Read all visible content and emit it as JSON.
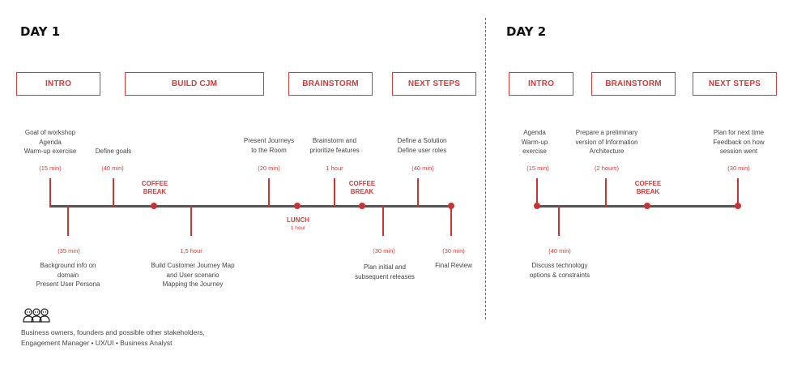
{
  "day1": {
    "title": "DAY 1",
    "phases": [
      "INTRO",
      "BUILD CJM",
      "BRAINSTORM",
      "NEXT STEPS"
    ],
    "top_activities": [
      {
        "text": "Goal of workshop\nAgenda\nWarm-up exercise",
        "duration": "(15 min)"
      },
      {
        "text": "Define goals",
        "duration": "(40 min)"
      },
      {
        "text": "Present Journeys\nto the Room",
        "duration": "(20 min)"
      },
      {
        "text": "Brainstorm and\nprioritize features",
        "duration": "1 hour"
      },
      {
        "text": "Define a Solution\nDefine user roles",
        "duration": "(40 min)"
      }
    ],
    "bottom_activities": [
      {
        "text": "Background info on\ndomain\nPresent User Persona",
        "duration": "(35 min)"
      },
      {
        "text": "Build Customer Journey Map\nand User scenario\nMapping the Journey",
        "duration": "1,5 hour"
      },
      {
        "text": "Plan initial and\nsubsequent releases",
        "duration": "(30 min)"
      },
      {
        "text": "Final Review",
        "duration": "(30 min)"
      }
    ],
    "breaks": {
      "coffee1": "COFFEE\nBREAK",
      "lunch": "LUNCH",
      "lunch_duration": "1 hour",
      "coffee2": "COFFEE\nBREAK"
    }
  },
  "day2": {
    "title": "DAY 2",
    "phases": [
      "INTRO",
      "BRAINSTORM",
      "NEXT STEPS"
    ],
    "top_activities": [
      {
        "text": "Agenda\nWarm-up\nexercise",
        "duration": "(15 min)"
      },
      {
        "text": "Prepare a preliminary\nversion of Information\nArchitecture",
        "duration": "(2 hours)"
      },
      {
        "text": "Plan for next time\nFeedback on how\nsession went",
        "duration": "(30 min)"
      }
    ],
    "bottom_activities": [
      {
        "text": "Discuss technology\noptions & constraints",
        "duration": "(40 min)"
      }
    ],
    "breaks": {
      "coffee": "COFFEE\nBREAK"
    }
  },
  "attendees": {
    "icon": "people-group-icon",
    "text": "Business owners, founders and possible other stakeholders,\nEngagement Manager • UX/UI • Business Analyst"
  },
  "colors": {
    "accent": "#d63a3a",
    "timeline": "#555555",
    "text": "#444444"
  }
}
